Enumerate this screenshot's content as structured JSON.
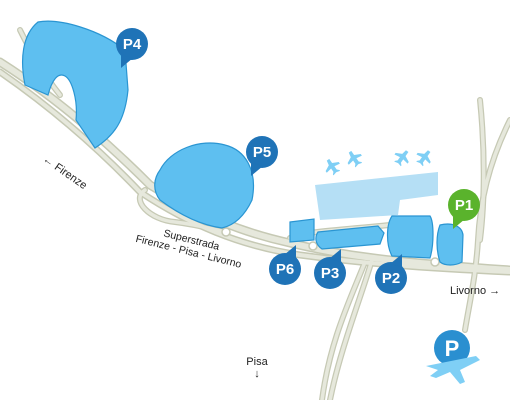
{
  "colors": {
    "lot_fill": "#5ebff0",
    "lot_stroke": "#2a95d2",
    "pin_blue": "#1f73b7",
    "pin_green": "#5ab32c",
    "road": "#e6e8dc",
    "road_edge": "#c6c9b4",
    "apron": "#b5dff5",
    "airplane": "#7fcff5"
  },
  "parking_pins": [
    {
      "label": "P4",
      "color": "#1f73b7"
    },
    {
      "label": "P5",
      "color": "#1f73b7"
    },
    {
      "label": "P1",
      "color": "#5ab32c"
    },
    {
      "label": "P6",
      "color": "#1f73b7"
    },
    {
      "label": "P3",
      "color": "#1f73b7"
    },
    {
      "label": "P2",
      "color": "#1f73b7"
    }
  ],
  "directions": {
    "firenze": {
      "text": "Firenze",
      "arrow": "←"
    },
    "livorno": {
      "text": "Livorno",
      "arrow": "→"
    },
    "pisa": {
      "text": "Pisa",
      "arrow": "↓"
    }
  },
  "road_label": {
    "line1": "Superstrada",
    "line2": "Firenze - Pisa - Livorno"
  },
  "icons": {
    "airplanes": "airplane-icon",
    "parking_logo": "parking-airport-logo-icon"
  }
}
